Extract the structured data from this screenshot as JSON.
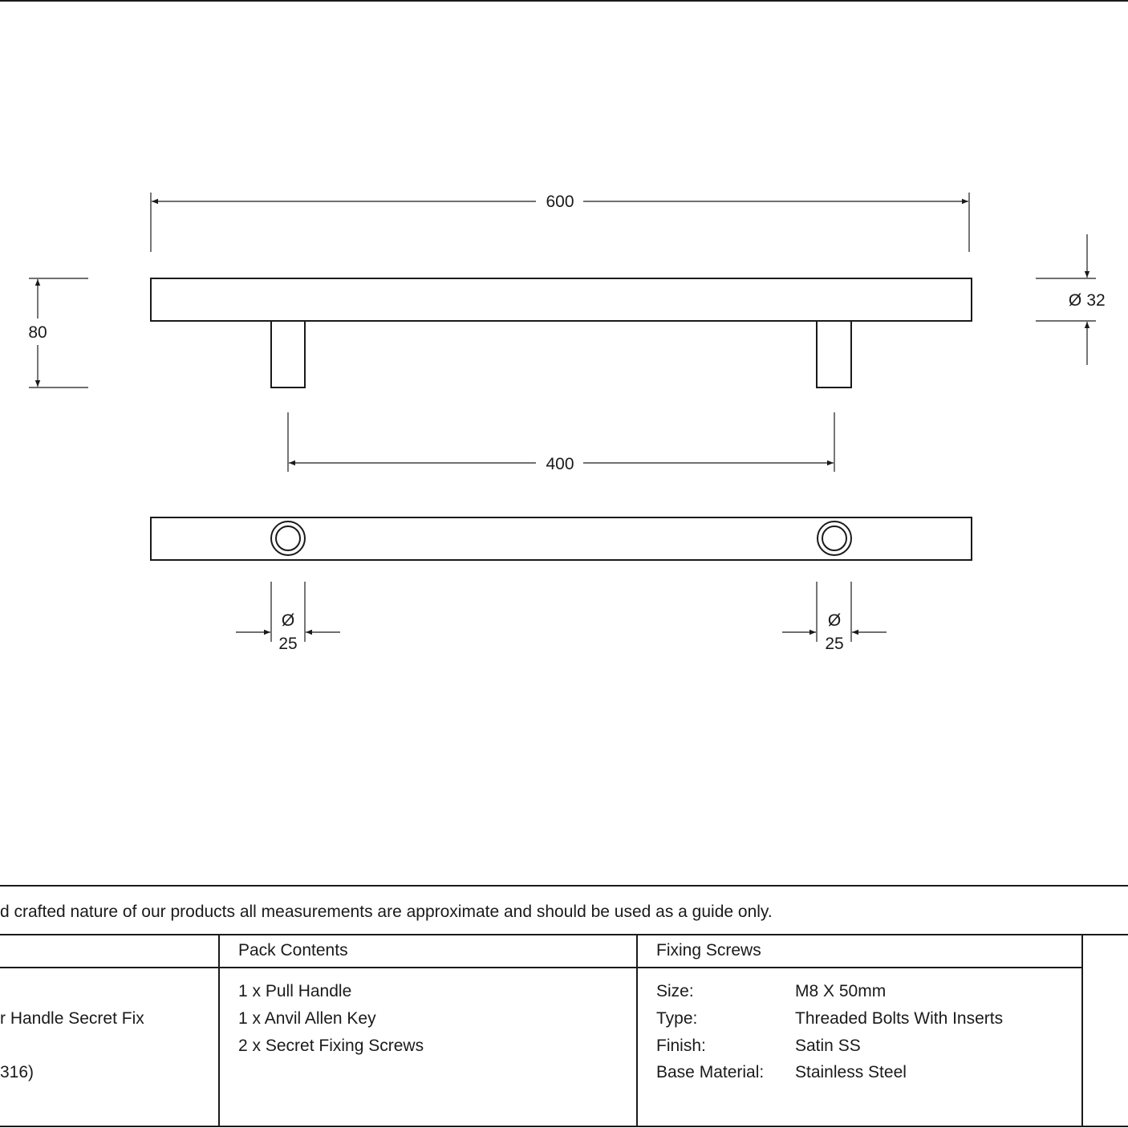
{
  "dimensions": {
    "overall_length": "600",
    "overall_height": "80",
    "bar_diameter_symbol": "Ø",
    "bar_diameter_value": "32",
    "centers": "400",
    "leg_left_symbol": "Ø",
    "leg_left_value": "25",
    "leg_right_symbol": "Ø",
    "leg_right_value": "25"
  },
  "note": "d crafted nature of our products all measurements are approximate and should be used as a guide only.",
  "product": {
    "name_fragment": "r Handle Secret Fix",
    "grade_fragment": "316)"
  },
  "pack_contents": {
    "header": "Pack Contents",
    "items": [
      "1 x Pull Handle",
      "1 x Anvil Allen Key",
      "2 x Secret Fixing Screws"
    ]
  },
  "fixing_screws": {
    "header": "Fixing Screws",
    "rows": [
      {
        "label": "Size:",
        "value": "M8 X 50mm"
      },
      {
        "label": "Type:",
        "value": "Threaded Bolts With Inserts"
      },
      {
        "label": "Finish:",
        "value": "Satin SS"
      },
      {
        "label": "Base Material:",
        "value": "Stainless Steel"
      }
    ]
  }
}
